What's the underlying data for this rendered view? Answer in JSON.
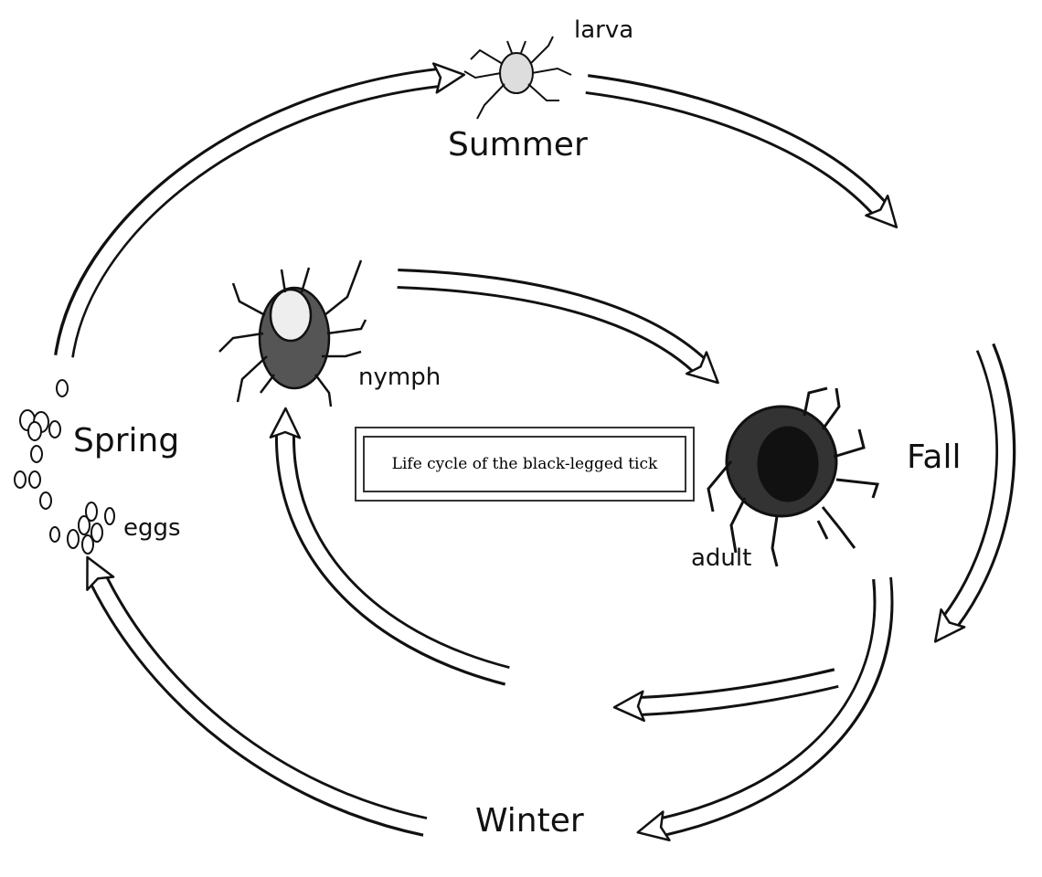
{
  "title": "Life cycle of the black-legged tick",
  "seasons": {
    "summer": "Summer",
    "fall": "Fall",
    "winter": "Winter",
    "spring": "Spring"
  },
  "stages": {
    "larva": "larva",
    "nymph": "nymph",
    "adult": "adult",
    "eggs": "eggs"
  }
}
